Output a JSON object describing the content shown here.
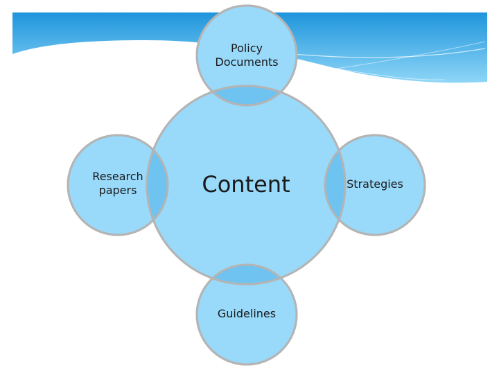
{
  "diagram": {
    "center": {
      "label": "Content"
    },
    "satellites": [
      {
        "id": "top",
        "label": "Policy\nDocuments"
      },
      {
        "id": "left",
        "label": "Research\npapers"
      },
      {
        "id": "right",
        "label": "Strategies"
      },
      {
        "id": "bottom",
        "label": "Guidelines"
      }
    ]
  },
  "colors": {
    "banner_dark": "#1a8fd8",
    "banner_light": "#7fd0f5",
    "circle_fill": "#99d9fa",
    "circle_overlap": "#6fc3f0",
    "circle_stroke": "#b4b4b4"
  }
}
